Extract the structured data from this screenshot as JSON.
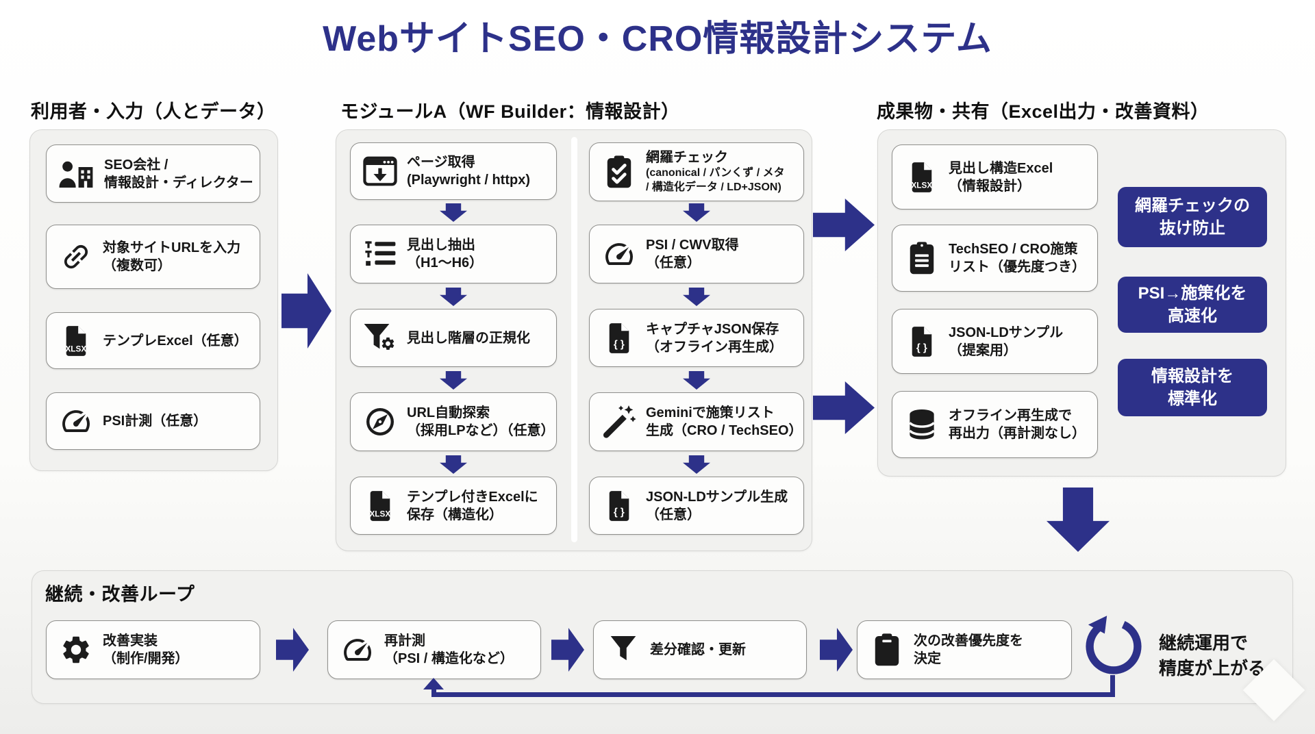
{
  "title": "WebサイトSEO・CRO情報設計システム",
  "colors": {
    "accent": "#2d3189",
    "text": "#161616",
    "panel_bg": "#f1f1ef",
    "card_bg": "#fdfdfc"
  },
  "icons": {
    "xlsx_label": "XLSX",
    "json_label": "{ }"
  },
  "sections": {
    "input": {
      "header": "利用者・入力（人とデータ）",
      "items": [
        {
          "icon": "user-building-icon",
          "lines": [
            "SEO会社 /",
            "情報設計・ディレクター"
          ]
        },
        {
          "icon": "link-icon",
          "lines": [
            "対象サイトURLを入力",
            "（複数可）"
          ]
        },
        {
          "icon": "xlsx-file-icon",
          "lines": [
            "テンプレExcel（任意）"
          ]
        },
        {
          "icon": "gauge-icon",
          "lines": [
            "PSI計測（任意）"
          ]
        }
      ]
    },
    "moduleA": {
      "header": "モジュールA（WF Builder：情報設計）",
      "col1": [
        {
          "icon": "browser-download-icon",
          "lines": [
            "ページ取得",
            "(Playwright / httpx)"
          ]
        },
        {
          "icon": "heading-list-icon",
          "lines": [
            "見出し抽出",
            "（H1～H6）"
          ]
        },
        {
          "icon": "filter-gear-icon",
          "lines": [
            "見出し階層の正規化"
          ]
        },
        {
          "icon": "compass-icon",
          "lines": [
            "URL自動探索",
            "（採用LPなど）（任意）"
          ]
        },
        {
          "icon": "xlsx-file-icon",
          "lines": [
            "テンプレ付きExcelに",
            "保存（構造化）"
          ]
        }
      ],
      "col2": [
        {
          "icon": "clipboard-check-icon",
          "lines": [
            "網羅チェック",
            "(canonical / パンくず / メタ",
            "/ 構造化データ / LD+JSON)"
          ]
        },
        {
          "icon": "gauge-icon",
          "lines": [
            "PSI / CWV取得",
            "（任意）"
          ]
        },
        {
          "icon": "json-file-icon",
          "lines": [
            "キャプチャJSON保存",
            "（オフライン再生成）"
          ]
        },
        {
          "icon": "wand-sparkles-icon",
          "lines": [
            "Geminiで施策リスト",
            "生成（CRO / TechSEO）"
          ]
        },
        {
          "icon": "json-file-icon",
          "lines": [
            "JSON-LDサンプル生成",
            "（任意）"
          ]
        }
      ]
    },
    "output": {
      "header": "成果物・共有（Excel出力・改善資料）",
      "items": [
        {
          "icon": "xlsx-file-icon",
          "lines": [
            "見出し構造Excel",
            "（情報設計）"
          ]
        },
        {
          "icon": "clipboard-list-icon",
          "lines": [
            "TechSEO / CRO施策",
            "リスト（優先度つき）"
          ]
        },
        {
          "icon": "json-file-icon",
          "lines": [
            "JSON-LDサンプル",
            "（提案用）"
          ]
        },
        {
          "icon": "database-icon",
          "lines": [
            "オフライン再生成で",
            "再出力（再計測なし）"
          ]
        }
      ],
      "callouts": [
        {
          "lines": [
            "網羅チェックの",
            "抜け防止"
          ]
        },
        {
          "lines": [
            "PSI→施策化を",
            "高速化"
          ]
        },
        {
          "lines": [
            "情報設計を",
            "標準化"
          ]
        }
      ]
    },
    "loop": {
      "header": "継続・改善ループ",
      "items": [
        {
          "icon": "gear-icon",
          "lines": [
            "改善実装",
            "（制作/開発）"
          ]
        },
        {
          "icon": "gauge-icon",
          "lines": [
            "再計測",
            "（PSI / 構造化など）"
          ]
        },
        {
          "icon": "funnel-icon",
          "lines": [
            "差分確認・更新"
          ]
        },
        {
          "icon": "clipboard-icon",
          "lines": [
            "次の改善優先度を",
            "決定"
          ]
        }
      ],
      "note": {
        "lines": [
          "継続運用で",
          "精度が上がる"
        ]
      }
    }
  }
}
